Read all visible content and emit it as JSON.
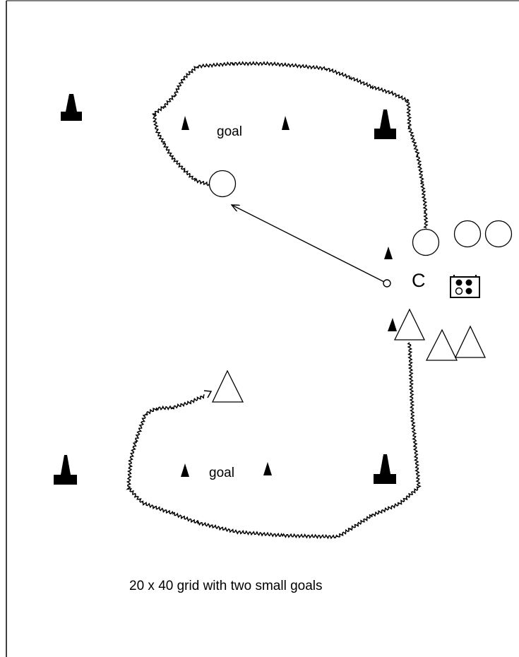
{
  "labels": {
    "goal_top": "goal",
    "goal_bottom": "goal",
    "coach": "C",
    "caption": "20 x 40 grid with two small goals"
  },
  "icons": {
    "cone": "cone-icon",
    "player_circle": "player-circle-icon",
    "player_triangle": "player-triangle-icon",
    "ball_box": "ball-box-icon"
  },
  "colors": {
    "ink": "#000000",
    "background": "#ffffff"
  }
}
